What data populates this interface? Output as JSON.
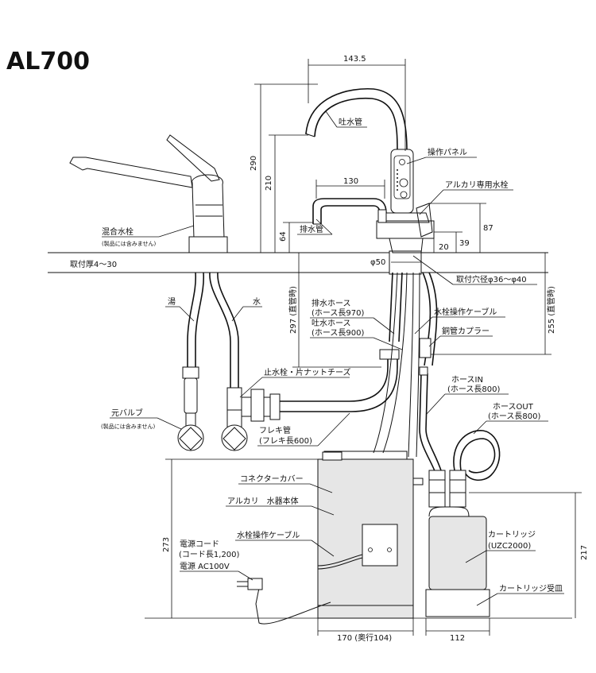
{
  "title": "AL700",
  "dimensions": {
    "d143_5": "143.5",
    "d290": "290",
    "d210": "210",
    "d130": "130",
    "d64": "64",
    "d87": "87",
    "d39": "39",
    "d20": "20",
    "d297": "297 (直管時)",
    "d255": "255 (直管時)",
    "d273": "273",
    "d217": "217",
    "d170": "170 (奥行104)",
    "d112": "112",
    "phi50": "φ50",
    "hole": "取付穴径φ36～φ40",
    "thickness": "取付厚4～30"
  },
  "labels": {
    "spout": "吐水管",
    "control_panel": "操作パネル",
    "alkali_faucet": "アルカリ専用水栓",
    "drain_pipe": "排水管",
    "mixing_faucet": "混合水栓",
    "mixing_faucet_note": "(製品には含みません)",
    "hot": "湯",
    "cold": "水",
    "drain_hose": "排水ホース",
    "drain_hose_len": "(ホース長970)",
    "outlet_hose": "吐水ホース",
    "outlet_hose_len": "(ホース長900)",
    "faucet_cable": "水栓操作ケーブル",
    "copper_coupler": "銅管カプラー",
    "stop_valve": "止水栓・片ナットチーズ",
    "main_valve": "元バルブ",
    "main_valve_note": "(製品には含みません)",
    "hose_in": "ホースIN",
    "hose_in_len": "(ホース長800)",
    "hose_out": "ホースOUT",
    "hose_out_len": "(ホース長800)",
    "flex_pipe": "フレキ管",
    "flex_pipe_len": "(フレキ長600)",
    "connector_cover": "コネクターカバー",
    "main_unit": "アルカリ　水器本体",
    "faucet_cable_2": "水栓操作ケーブル",
    "power_cord": "電源コード",
    "power_cord_len": "(コード長1,200)",
    "power": "電源 AC100V",
    "cartridge": "カートリッジ",
    "cartridge_model": "(UZC2000)",
    "cartridge_tray": "カートリッジ受皿"
  }
}
